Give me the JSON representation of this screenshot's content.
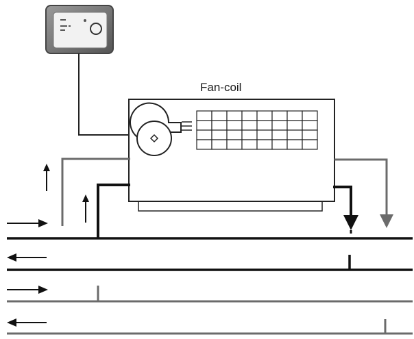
{
  "diagram": {
    "title": "Fan-coil",
    "components": [
      "thermostat-control-panel",
      "fan",
      "coil",
      "drip-tray"
    ],
    "pipes": [
      {
        "name": "chilled-supply",
        "color": "#111111",
        "flow": "right"
      },
      {
        "name": "chilled-return",
        "color": "#111111",
        "flow": "left"
      },
      {
        "name": "hot-supply",
        "color": "#6b6b6b",
        "flow": "right"
      },
      {
        "name": "hot-return",
        "color": "#6b6b6b",
        "flow": "left"
      }
    ],
    "colors": {
      "dark_pipe": "#111111",
      "light_pipe": "#6b6b6b",
      "panel_body": "#7a7a7a"
    }
  }
}
